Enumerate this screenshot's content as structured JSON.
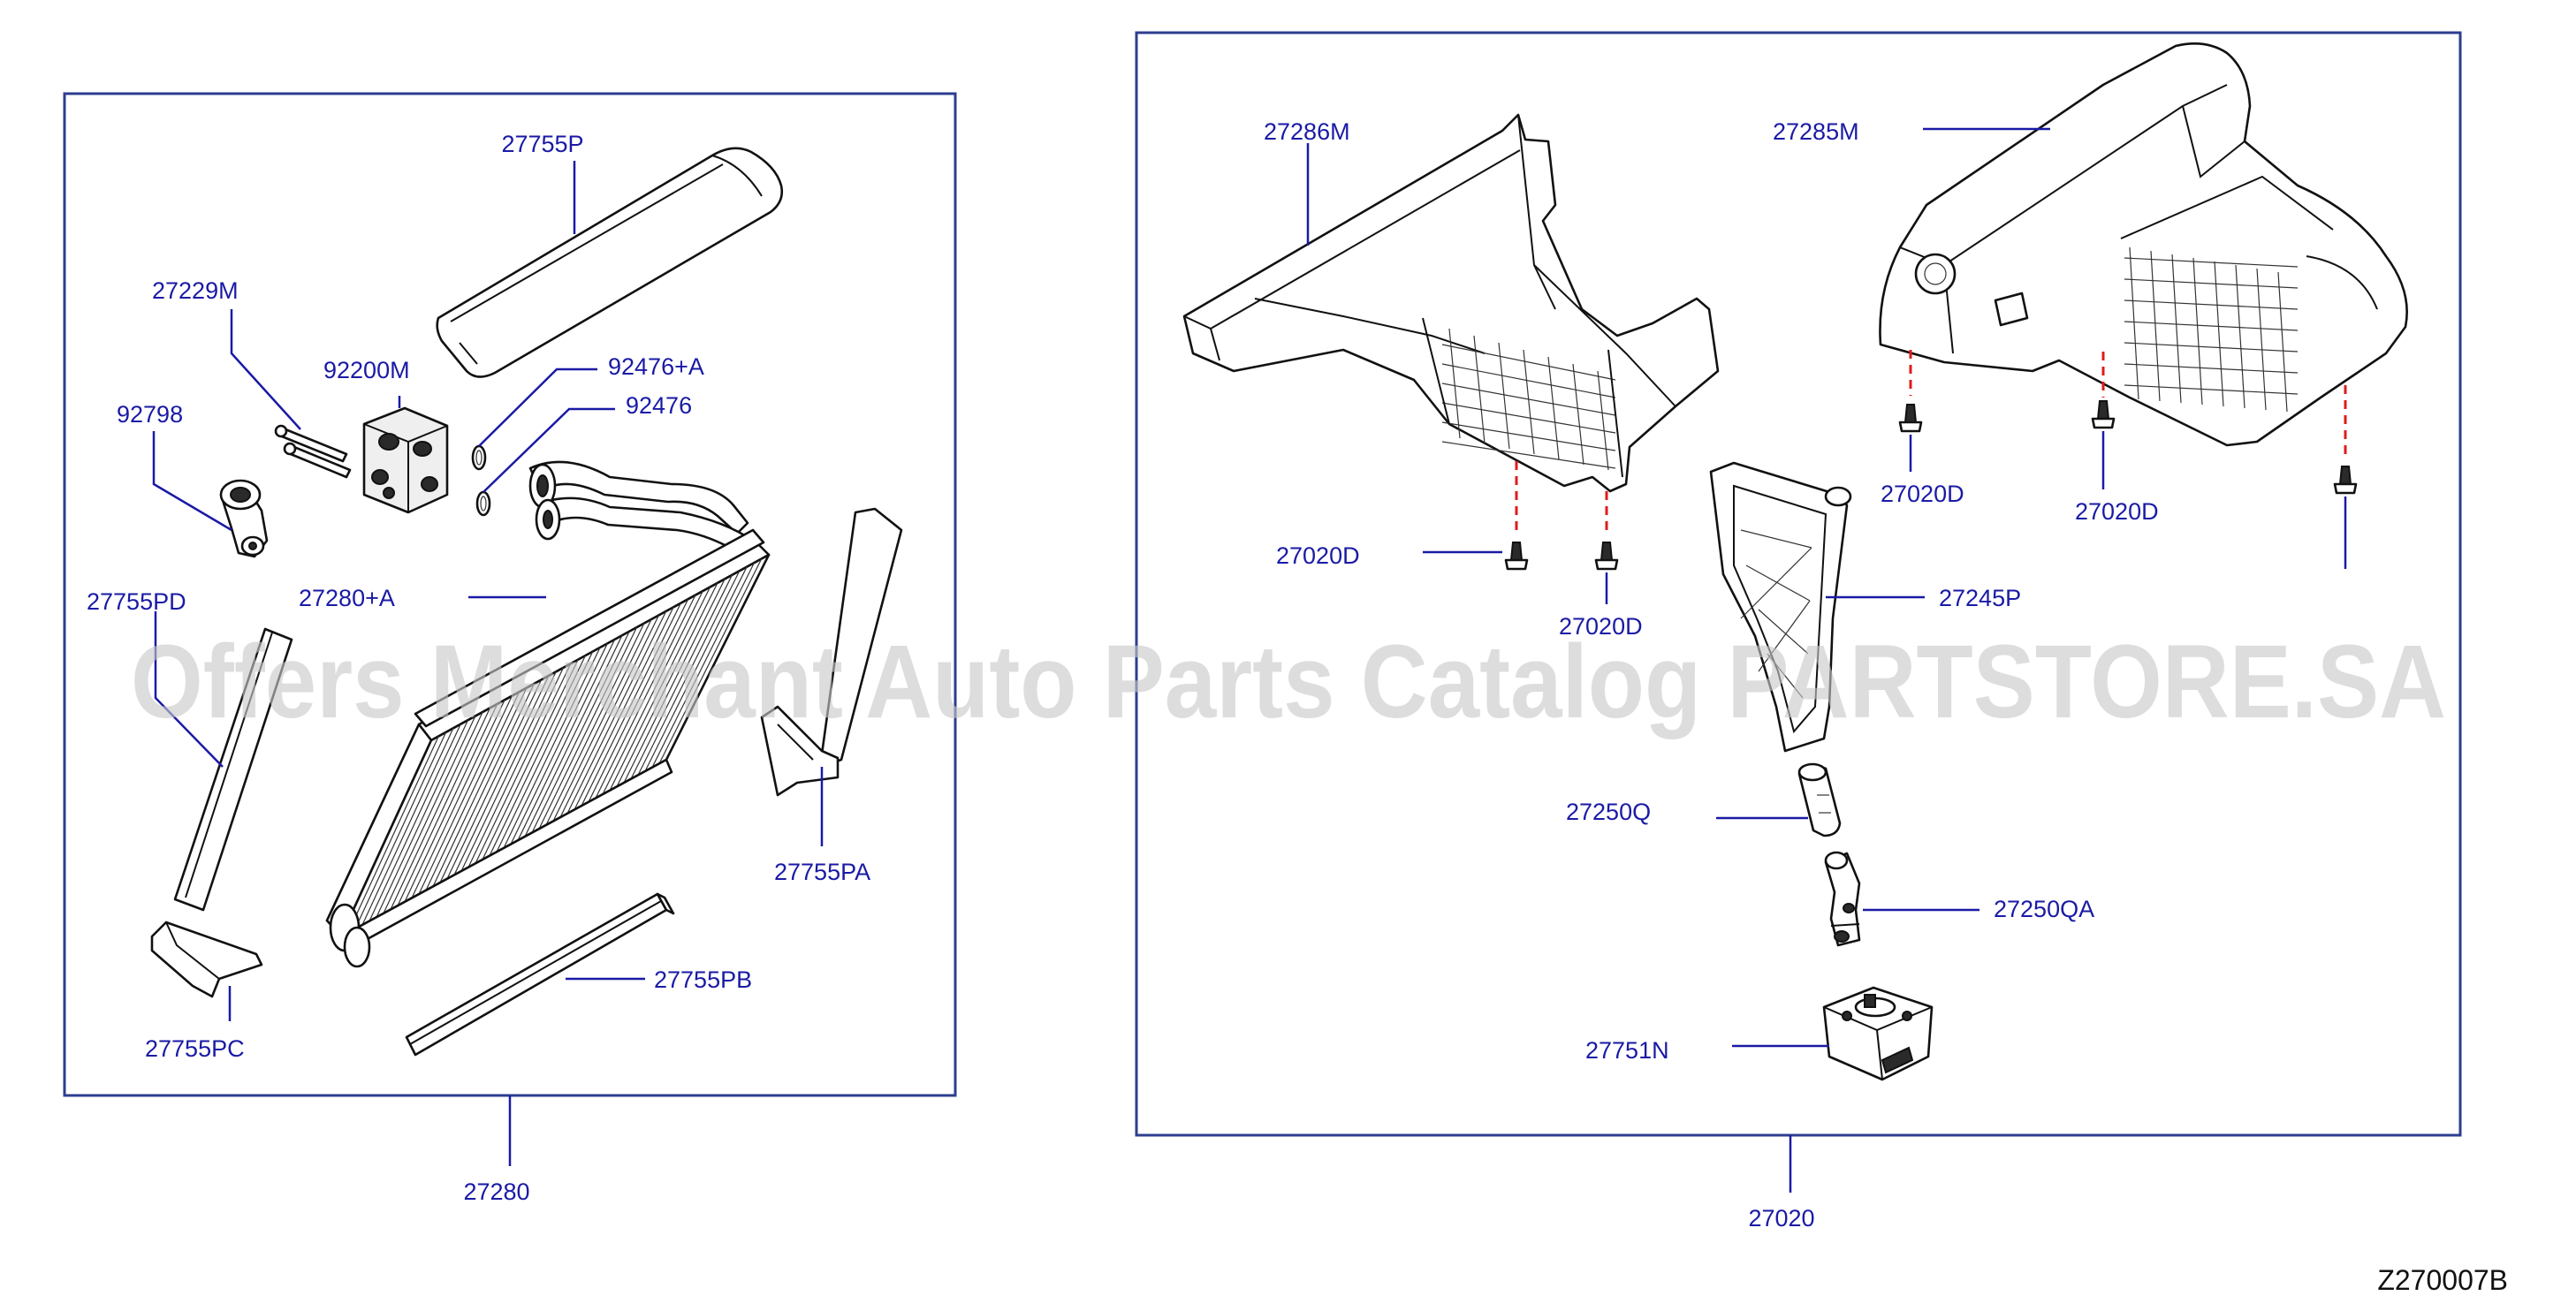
{
  "diagram": {
    "left_group": {
      "assembly": "27280",
      "parts": {
        "p27755P": "27755P",
        "p27229M": "27229M",
        "p92200M": "92200M",
        "p92476A": "92476+A",
        "p92476": "92476",
        "p92798": "92798",
        "p27755PD": "27755PD",
        "p27280A": "27280+A",
        "p27755PA": "27755PA",
        "p27755PC": "27755PC",
        "p27755PB": "27755PB"
      }
    },
    "right_group": {
      "assembly": "27020",
      "parts": {
        "p27286M": "27286M",
        "p27285M": "27285M",
        "p27020D_1": "27020D",
        "p27020D_2": "27020D",
        "p27020D_3": "27020D",
        "p27020D_4": "27020D",
        "p27245P": "27245P",
        "p27250Q": "27250Q",
        "p27250QA": "27250QA",
        "p27751N": "27751N"
      }
    },
    "diagram_code": "Z270007B",
    "watermark": "Offers Merchant Auto Parts Catalog PARTSTORE.SA",
    "colors": {
      "label": "#1a1aa6",
      "frame": "#2c3e8f",
      "hidden_line": "#e01b1b",
      "watermark": "#c8c8c8"
    }
  }
}
